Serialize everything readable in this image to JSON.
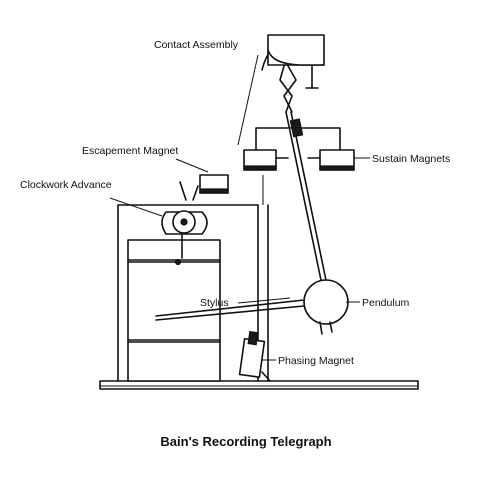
{
  "figure": {
    "caption": "Bain's Recording Telegraph",
    "labels": {
      "contact_assembly": "Contact Assembly",
      "escapement_magnet": "Escapement Magnet",
      "clockwork_advance": "Clockwork Advance",
      "sustain_magnets": "Sustain Magnets",
      "stylus": "Stylus",
      "pendulum": "Pendulum",
      "phasing_magnet": "Phasing Magnet"
    }
  }
}
